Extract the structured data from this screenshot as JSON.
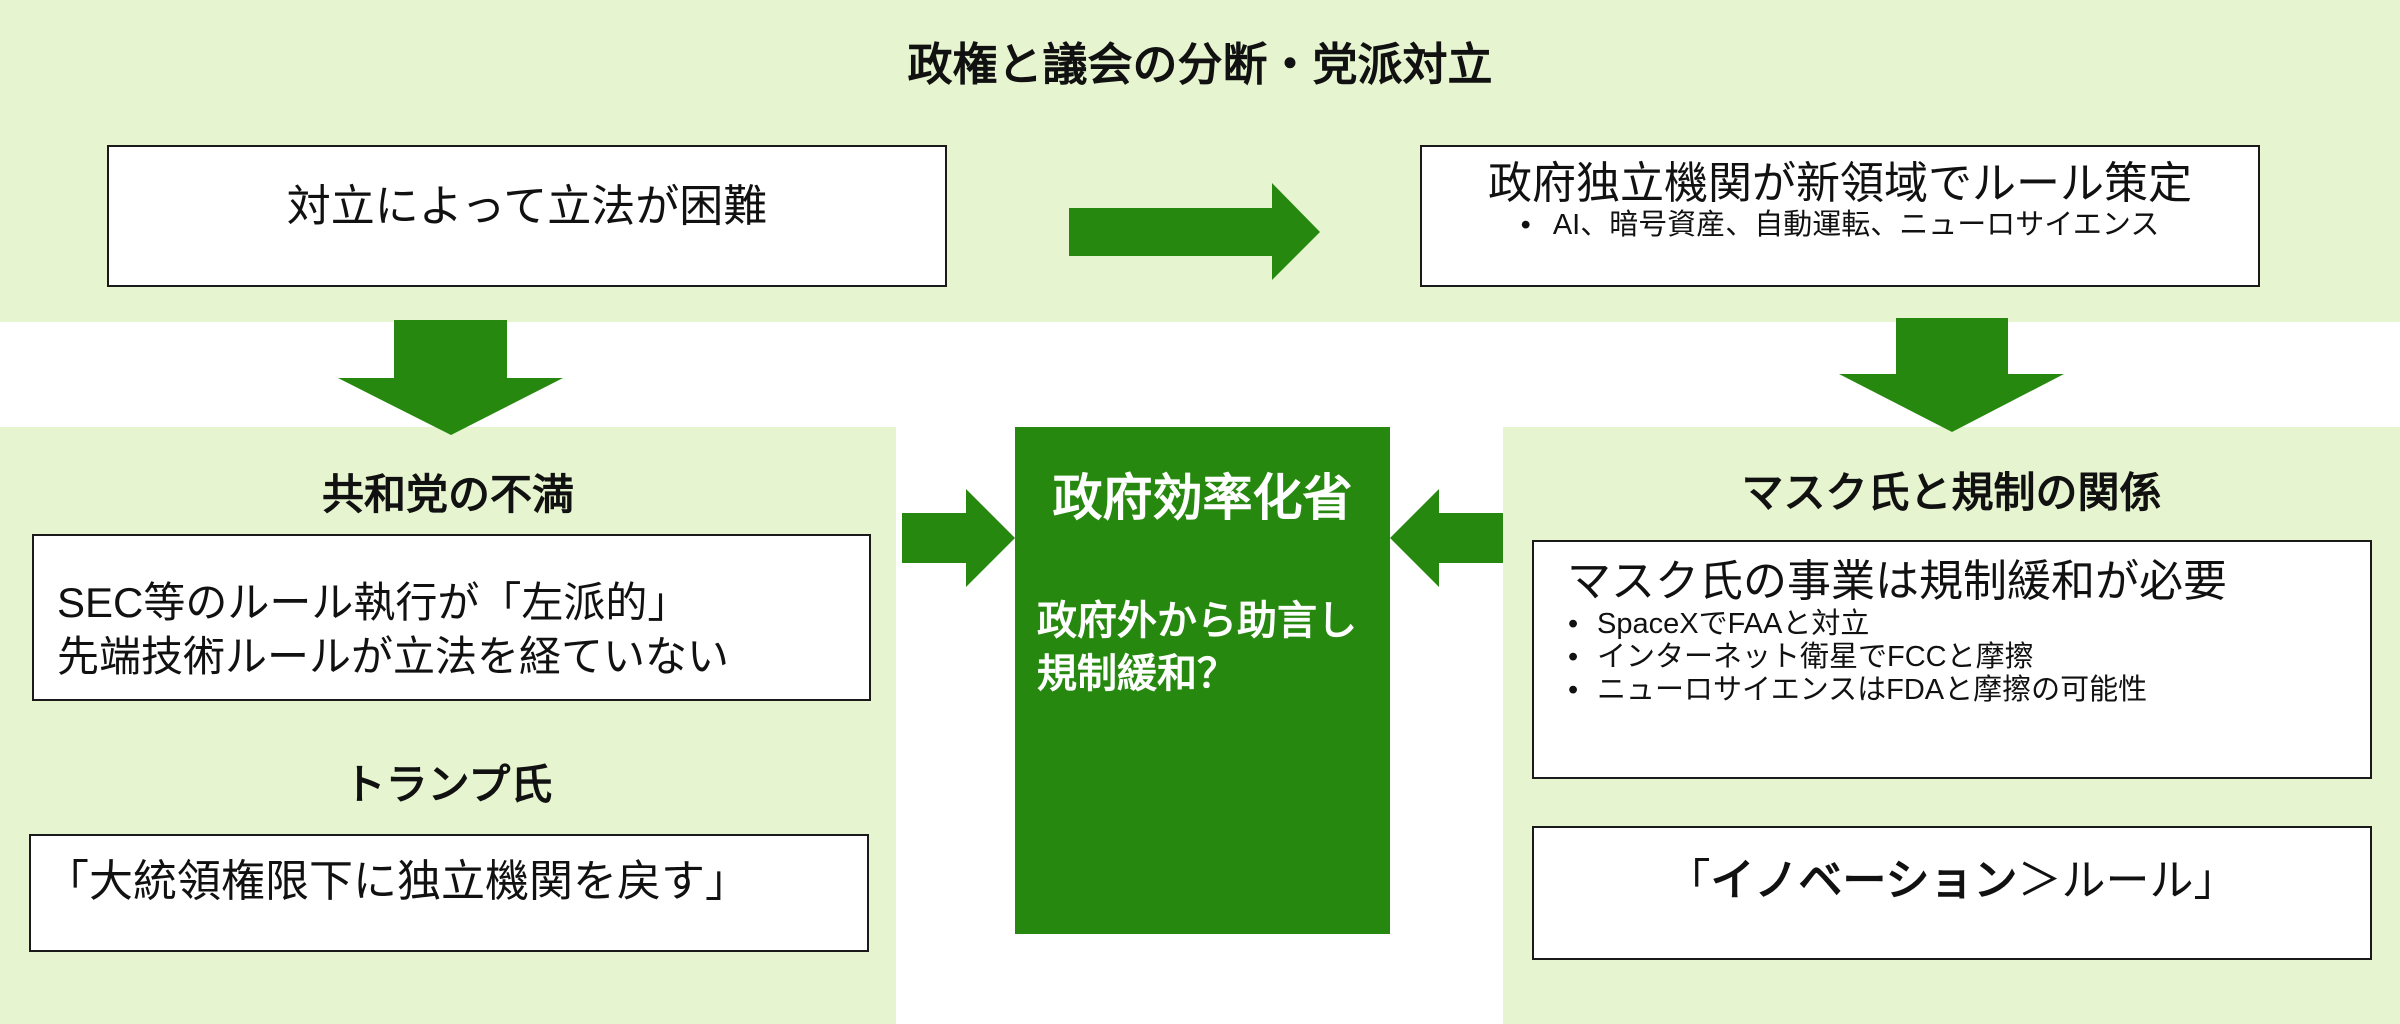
{
  "title": "政権と議会の分断・党派対立",
  "top_left_box": {
    "text": "対立によって立法が困難"
  },
  "top_right_box": {
    "heading": "政府独立機関が新領域でルール策定",
    "bullets": [
      "AI、暗号資産、自動運転、ニューロサイエンス"
    ]
  },
  "left_panel": {
    "heading1": "共和党の不満",
    "box1_lines": [
      "SEC等のルール執行が「左派的」",
      "先端技術ルールが立法を経ていない"
    ],
    "heading2": "トランプ氏",
    "box2_text": "「大統領権限下に独立機関を戻す」"
  },
  "center_box": {
    "title": "政府効率化省",
    "subtitle_lines": [
      "政府外から助言し",
      "規制緩和？"
    ]
  },
  "right_panel": {
    "heading": "マスク氏と規制の関係",
    "box1": {
      "heading": "マスク氏の事業は規制緩和が必要",
      "bullets": [
        "SpaceXでFAAと対立",
        "インターネット衛星でFCCと摩擦",
        "ニューロサイエンスはFDAと摩擦の可能性"
      ]
    },
    "box2": {
      "open_bracket": "「",
      "emphasis": "イノベーション",
      "rest": "＞ルール」"
    }
  },
  "colors": {
    "accent_green": "#27880f",
    "panel_bg": "#e6f5d0",
    "box_border": "#1a1a1a",
    "text": "#111111"
  }
}
